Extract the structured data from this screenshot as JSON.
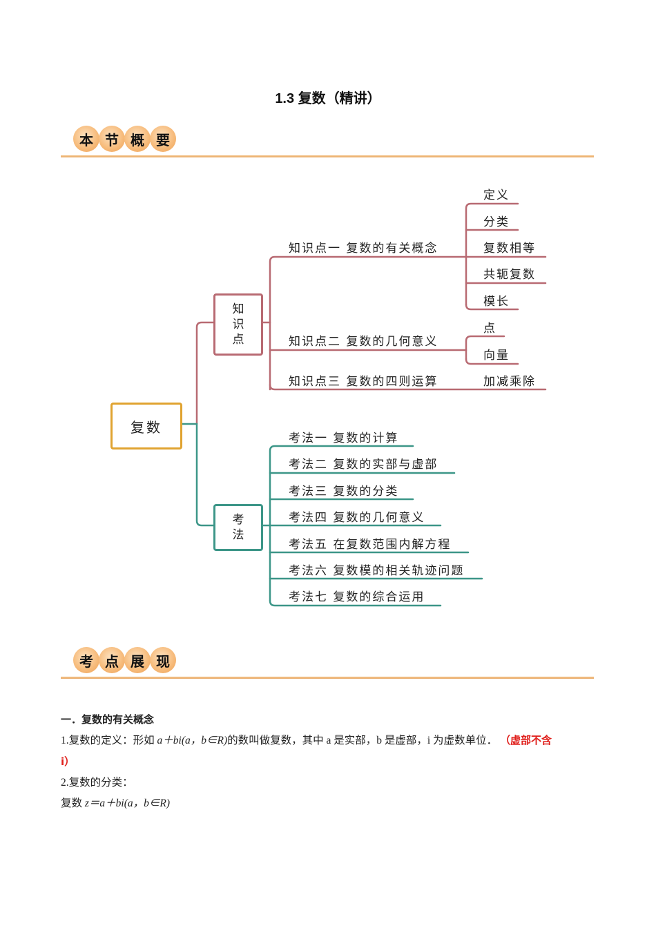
{
  "title": "1.3 复数（精讲）",
  "sections": {
    "overview": {
      "chars": [
        "本",
        "节",
        "概",
        "要"
      ]
    },
    "exam": {
      "chars": [
        "考",
        "点",
        "展",
        "现"
      ]
    }
  },
  "mindmap": {
    "root": "复数",
    "colors": {
      "root": "#e0a330",
      "knowledge": "#b86a72",
      "method": "#3c9688"
    },
    "knowledge_box": [
      "知",
      "识",
      "点"
    ],
    "method_box": [
      "考",
      "法"
    ],
    "knowledge_points": [
      {
        "label": "知识点一  复数的有关概念",
        "children": [
          "定义",
          "分类",
          "复数相等",
          "共轭复数",
          "模长"
        ]
      },
      {
        "label": "知识点二  复数的几何意义",
        "children": [
          "点",
          "向量"
        ]
      },
      {
        "label": "知识点三  复数的四则运算",
        "children": [
          "加减乘除"
        ]
      }
    ],
    "methods": [
      "考法一  复数的计算",
      "考法二  复数的实部与虚部",
      "考法三  复数的分类",
      "考法四  复数的几何意义",
      "考法五  在复数范围内解方程",
      "考法六  复数模的相关轨迹问题",
      "考法七  复数的综合运用"
    ]
  },
  "content": {
    "heading": "一．复数的有关概念",
    "p1_prefix": "1.复数的定义：形如 ",
    "p1_formula": "a＋bi(a，b∈R)",
    "p1_mid": "的数叫做复数，其中 a 是实部，b 是虚部，i 为虚数单位．",
    "p1_note": "（虚部不含",
    "p1_note_end": "i）",
    "p2": "2.复数的分类：",
    "p3_prefix": "复数 ",
    "p3_formula": "z＝a＋bi(a，b∈R)"
  }
}
